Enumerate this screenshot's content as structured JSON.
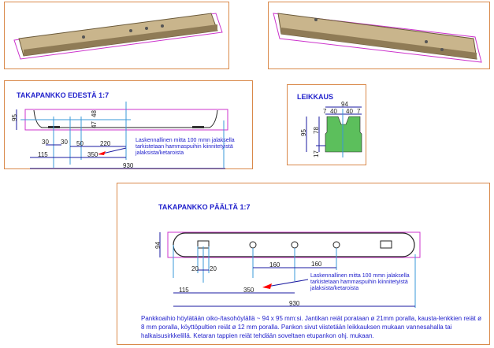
{
  "front_view": {
    "title": "TAKAPANKKO EDESTÄ  1:7",
    "dims": {
      "height": "95",
      "a": "48",
      "b": "47",
      "d30a": "30",
      "d30b": "30",
      "d50": "50",
      "d220": "220",
      "d115": "115",
      "d350": "350",
      "d930": "930"
    },
    "note": [
      "Laskennallinen mitta 100 mmn jalaksella",
      "tarkistetaan hammaspuihin kiinnitetyistä",
      "jalaksista/ketaroista"
    ]
  },
  "section_view": {
    "title": "LEIKKAUS",
    "dims": {
      "w94": "94",
      "d7a": "7",
      "d40a": "40",
      "d40b": "40",
      "d7b": "7",
      "h95": "95",
      "h78": "78",
      "h17": "17"
    }
  },
  "top_view": {
    "title": "TAKAPANKKO PÄÄLTÄ   1:7",
    "dims": {
      "h94": "94",
      "d20a": "20",
      "d20b": "20",
      "d160a": "160",
      "d160b": "160",
      "d115": "115",
      "d350": "350",
      "d930": "930"
    },
    "note": [
      "Laskennallinen mitta 100 mmn jalaksella",
      "tarkistetaan hammaspuihin kiinnitetyistä",
      "jalaksista/ketaroista"
    ],
    "description": "Pankkoaihio höylätään oiko-/tasohöylällä  ~ 94 x 95 mm:si. Jantikan reiät porataan ø 21mm poralla, kausta-lenkkien reiät ø 8 mm poralla, köyttöpultien reiät ø 12 mm poralla. Pankon sivut viistetään leikkauksen mukaan vannesahalla tai halkaisusirkkelillä. Ketaran tappien reiät tehdään soveltaen etupankon ohj. mukaan."
  },
  "colors": {
    "frame": "#d9894a",
    "bbox": "#cc33cc",
    "dim": "#1a1aa0",
    "point": "#b0104a",
    "wood": "#c8b48a",
    "section": "#5cbf5c"
  }
}
